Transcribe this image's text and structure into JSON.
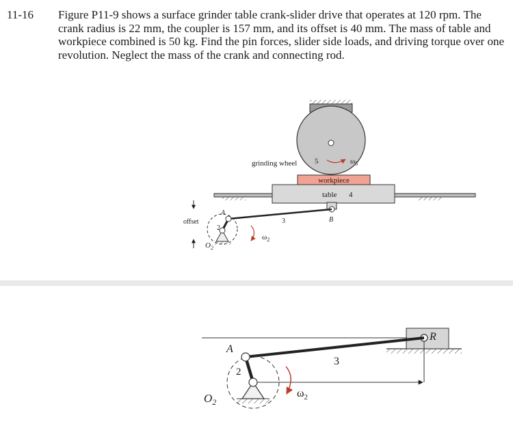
{
  "problem": {
    "number": "11-16",
    "text": "Figure P11-9 shows a surface grinder table crank-slider drive that operates at 120 rpm. The crank radius is 22 mm, the coupler is 157 mm, and its offset is 40 mm. The mass of table and workpiece combined is 50 kg. Find the pin forces, slider side loads, and driving torque over one revolution. Neglect the mass of the crank and connecting rod."
  },
  "figure_top": {
    "grinding_wheel_label": "grinding wheel",
    "wheel_link_number": "5",
    "wheel_omega_symbol": "ω",
    "wheel_omega_subscript": "5",
    "workpiece_label": "workpiece",
    "table_label": "table",
    "table_link_number": "4",
    "pin_b_label": "B",
    "coupler_link_number": "3",
    "pin_a_label": "A",
    "crank_link_number": "2",
    "ground_pivot_symbol": "O",
    "ground_pivot_subscript": "2",
    "offset_label": "offset",
    "crank_omega_symbol": "ω",
    "crank_omega_subscript": "2"
  },
  "figure_bottom": {
    "pin_a_label": "A",
    "crank_link_number": "2",
    "coupler_link_number": "3",
    "slider_label": "R",
    "ground_pivot_symbol": "O",
    "ground_pivot_subscript": "2",
    "crank_omega_symbol": "ω",
    "crank_omega_subscript": "2"
  },
  "colors": {
    "workpiece_fill": "#f2a293",
    "table_fill": "#d9d9d9",
    "wheel_fill": "#c8c8c8",
    "pivot_fill": "#eeeeee",
    "separator": "#e9e9eb"
  }
}
